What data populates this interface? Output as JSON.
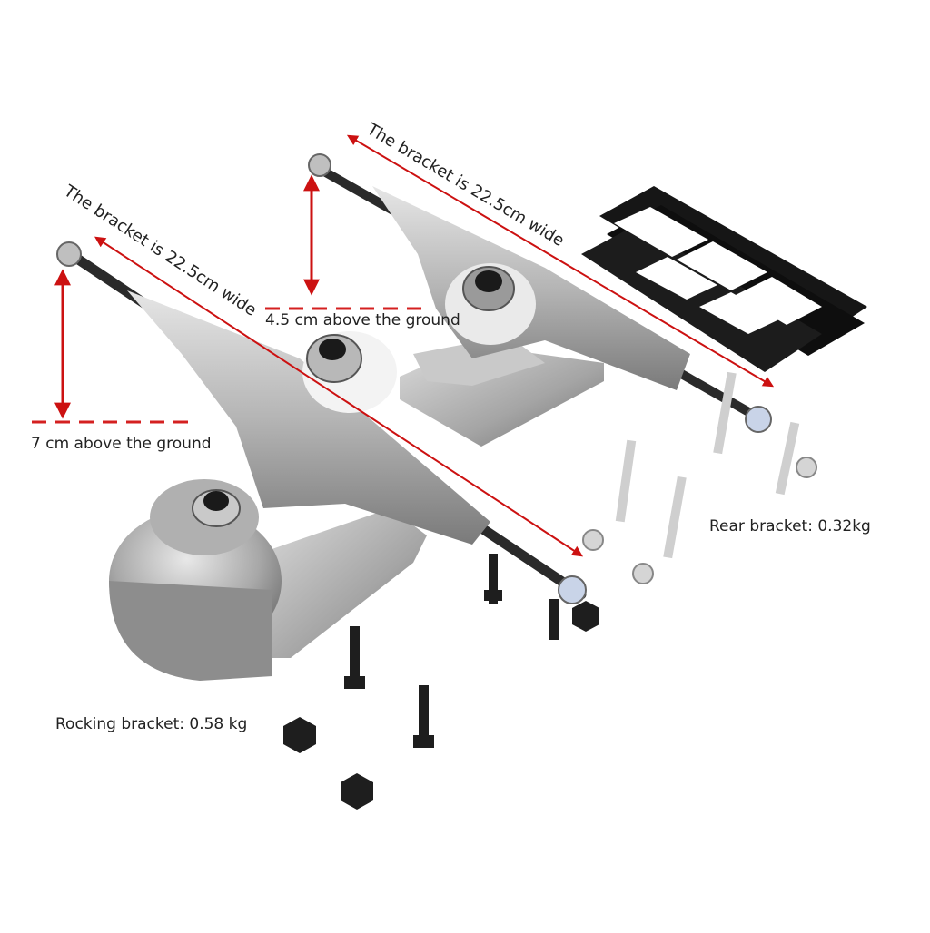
{
  "annotations": {
    "rear_width": "The bracket is 22.5cm wide",
    "front_width": "The bracket is 22.5cm wide",
    "rear_height": "4.5 cm above the ground",
    "front_height": "7 cm above the ground",
    "rear_weight": "Rear bracket: 0.32kg",
    "rocking_weight": "Rocking bracket: 0.58 kg"
  },
  "colors": {
    "arrow": "#cc1111",
    "dashed_line": "#d42020",
    "metal_light": "#d8d8d8",
    "metal_mid": "#a9a9a9",
    "metal_dark": "#6f6f6f",
    "riser": "#111111",
    "hardware": "#1a1a1a"
  },
  "objects": [
    "rear-truck",
    "rocking-front-truck",
    "riser-pads",
    "bolts-and-nuts"
  ]
}
